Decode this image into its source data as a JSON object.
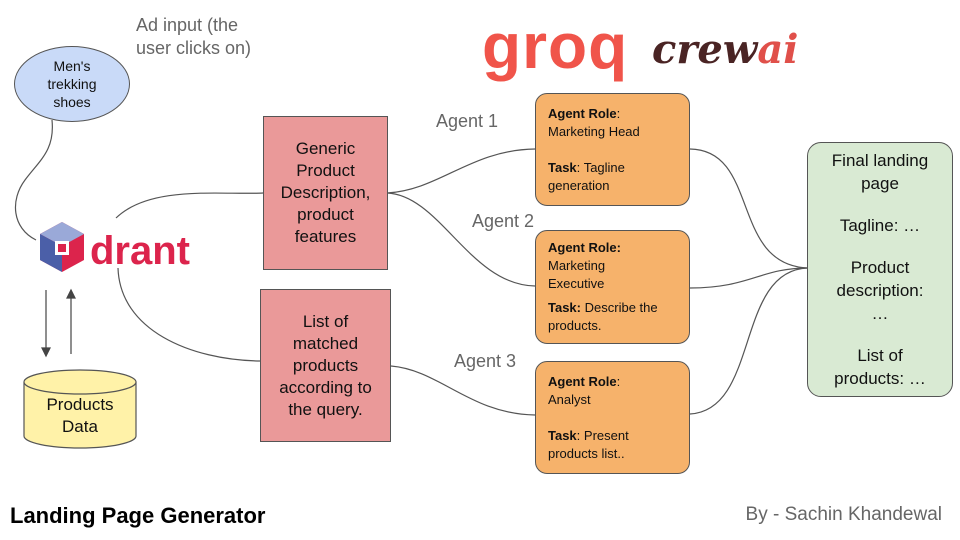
{
  "input": {
    "label_line1": "Ad input (the",
    "label_line2": "user clicks on)",
    "bubble": [
      "Men's",
      "trekking",
      "shoes"
    ]
  },
  "logos": {
    "groq": "groq",
    "crew_a": "crew",
    "crew_b": "ai",
    "qdrant": "drant"
  },
  "database": [
    "Products",
    "Data"
  ],
  "boxes": {
    "generic": [
      "Generic",
      "Product",
      "Description,",
      "product",
      "features"
    ],
    "matched": [
      "List of",
      "matched",
      "products",
      "according to",
      "the query."
    ]
  },
  "agents": [
    {
      "label": "Agent 1",
      "role_key": "Agent Role",
      "role_sep": ":",
      "role": "Marketing Head",
      "task_key": "Task",
      "task_sep": ":",
      "task": "Tagline generation",
      "task_lines": [
        "Tagline",
        "generation"
      ]
    },
    {
      "label": "Agent 2",
      "role_key": "Agent Role:",
      "role_sep": "",
      "role": "Marketing Executive",
      "role_lines": [
        "Marketing",
        "Executive"
      ],
      "task_key": "Task:",
      "task_sep": "",
      "task_lines": [
        "Describe the",
        "products."
      ]
    },
    {
      "label": "Agent 3",
      "role_key": "Agent Role",
      "role_sep": ":",
      "role": "Analyst",
      "task_key": "Task",
      "task_sep": ":",
      "task_lines": [
        "Present",
        "products list.."
      ]
    }
  ],
  "final": {
    "title": [
      "Final landing",
      "page"
    ],
    "tagline": "Tagline: …",
    "description": [
      "Product",
      "description:",
      "…"
    ],
    "products": [
      "List of",
      "products: …"
    ]
  },
  "footer": {
    "title": "Landing Page Generator",
    "author": "By - Sachin Khandewal"
  },
  "colors": {
    "bubble": "#c9daf8",
    "red_box": "#ea9999",
    "agent_box": "#f6b26b",
    "final_box": "#d9ead3",
    "database": "#fff2a8",
    "groq": "#f0544a",
    "qdrant": "#dc244c"
  }
}
